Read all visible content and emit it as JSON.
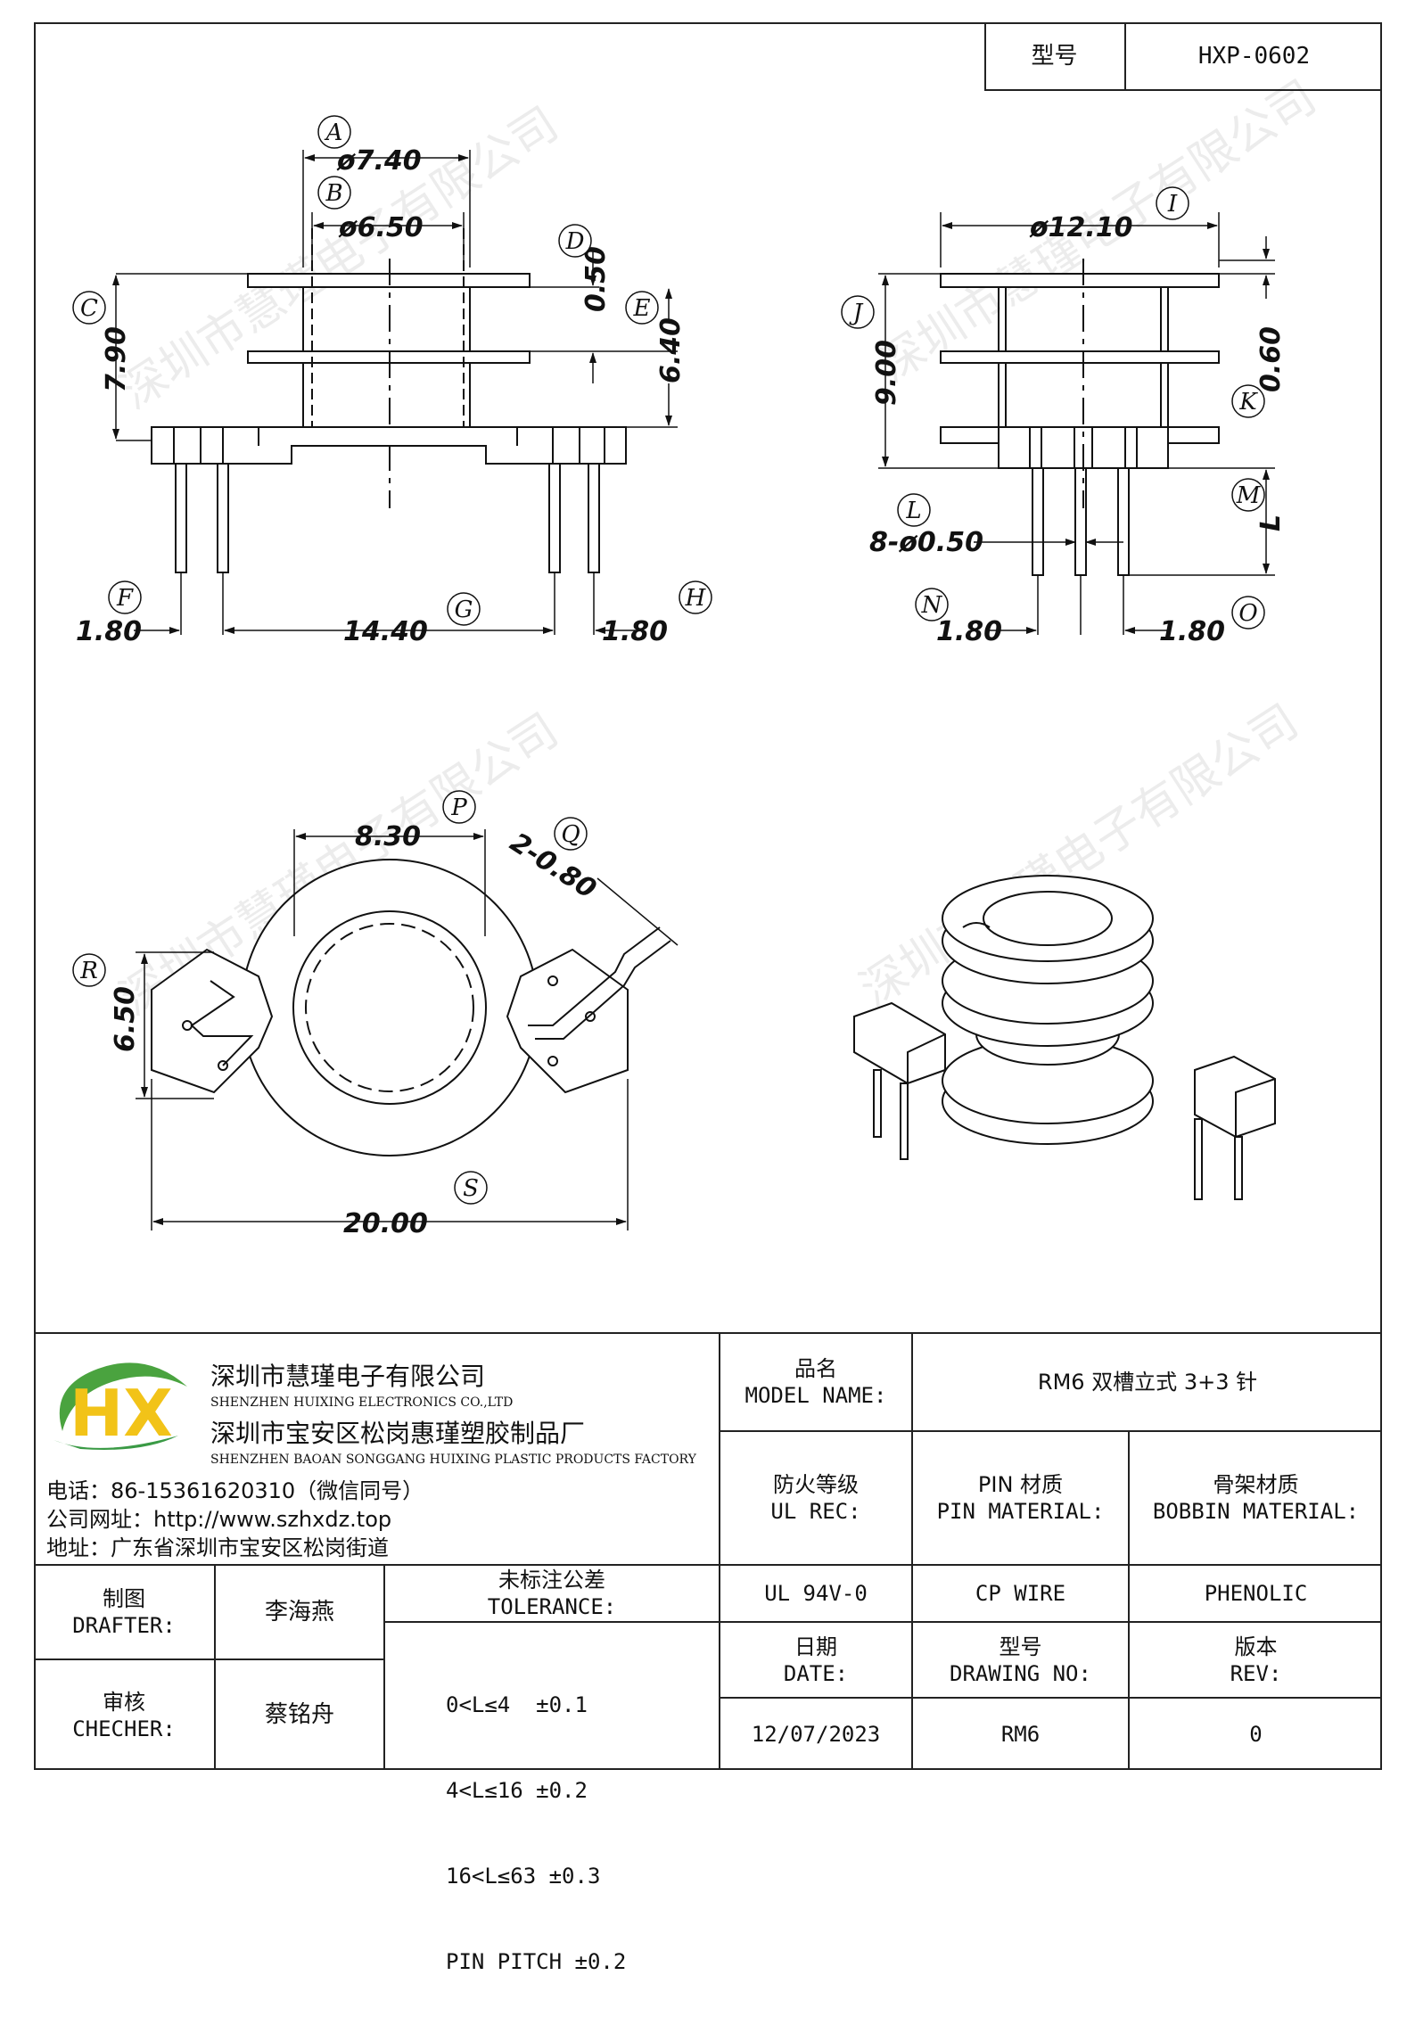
{
  "header": {
    "model_label": "型号",
    "model_value": "HXP-0602"
  },
  "dimensions": {
    "A": "ø7.40",
    "B": "ø6.50",
    "C": "7.90",
    "D": "0.50",
    "E": "6.40",
    "F": "1.80",
    "G": "14.40",
    "H": "1.80",
    "I": "ø12.10",
    "J": "9.00",
    "K": "0.60",
    "L_sym": "L",
    "L": "8-ø0.50",
    "N": "1.80",
    "O": "1.80",
    "P": "8.30",
    "Q": "2-0.80",
    "R": "6.50",
    "S": "20.00"
  },
  "callouts": [
    "A",
    "B",
    "C",
    "D",
    "E",
    "F",
    "G",
    "H",
    "I",
    "J",
    "K",
    "L",
    "M",
    "N",
    "O",
    "P",
    "Q",
    "R",
    "S"
  ],
  "watermark": "深圳市慧瑾电子有限公司",
  "company": {
    "logo_letters": "HX",
    "name_cn": "深圳市慧瑾电子有限公司",
    "name_en": "SHENZHEN HUIXING ELECTRONICS CO.,LTD",
    "factory_cn": "深圳市宝安区松岗惠瑾塑胶制品厂",
    "factory_en": "SHENZHEN BAOAN SONGGANG HUIXING PLASTIC PRODUCTS FACTORY",
    "phone": "电话：86-15361620310（微信同号）",
    "website": "公司网址：http://www.szhxdz.top",
    "address": "地址：广东省深圳市宝安区松岗街道"
  },
  "title_block": {
    "model_name_cn": "品名",
    "model_name_en": "MODEL NAME:",
    "model_name_value": "RM6 双槽立式 3+3 针",
    "ul_cn": "防火等级",
    "ul_en": "UL REC:",
    "pin_cn": "PIN 材质",
    "pin_en": "PIN MATERIAL:",
    "bobbin_cn": "骨架材质",
    "bobbin_en": "BOBBIN MATERIAL:",
    "ul_value": "UL 94V-0",
    "pin_value": "CP WIRE",
    "bobbin_value": "PHENOLIC",
    "date_cn": "日期",
    "date_en": "DATE:",
    "date_value": "12/07/2023",
    "drawing_cn": "型号",
    "drawing_en": "DRAWING NO:",
    "drawing_value": "RM6",
    "rev_cn": "版本",
    "rev_en": "REV:",
    "rev_value": "0",
    "drafter_cn": "制图",
    "drafter_en": "DRAFTER:",
    "drafter_value": "李海燕",
    "checker_cn": "审核",
    "checker_en": "CHECHER:",
    "checker_value": "蔡铭舟",
    "tolerance_cn": "未标注公差",
    "tolerance_en": "TOLERANCE:",
    "tolerance_lines": [
      "0<L≤4  ±0.1",
      "4<L≤16 ±0.2",
      "16<L≤63 ±0.3",
      "PIN PITCH ±0.2"
    ]
  }
}
